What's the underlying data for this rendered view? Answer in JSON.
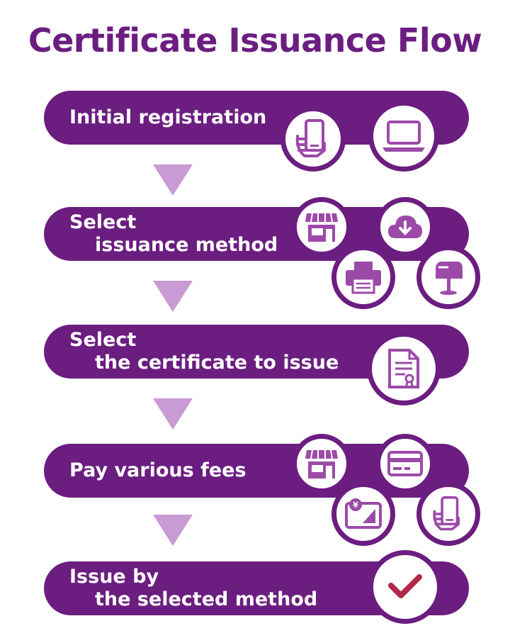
{
  "title": "Certificate Issuance Flow",
  "steps": [
    {
      "line1": "Initial registration",
      "line2": "",
      "icons": [
        "smartphone-in-hand-icon",
        "laptop-icon"
      ]
    },
    {
      "line1": "Select",
      "line2": "issuance method",
      "icons": [
        "store-icon",
        "cloud-download-icon",
        "printer-icon",
        "mailbox-icon"
      ]
    },
    {
      "line1": "Select",
      "line2": "the certificate to issue",
      "icons": [
        "certificate-document-icon"
      ]
    },
    {
      "line1": "Pay various fees",
      "line2": "",
      "icons": [
        "store-icon",
        "credit-card-icon",
        "yen-card-icon",
        "smartphone-in-hand-icon"
      ]
    },
    {
      "line1": "Issue by",
      "line2": "the selected method",
      "icons": [
        "checkmark-icon"
      ]
    }
  ],
  "colors": {
    "primary": "#6b1d80",
    "icon_fill": "#9c4aa8",
    "arrow": "#c99bd4",
    "check": "#b0294a"
  }
}
